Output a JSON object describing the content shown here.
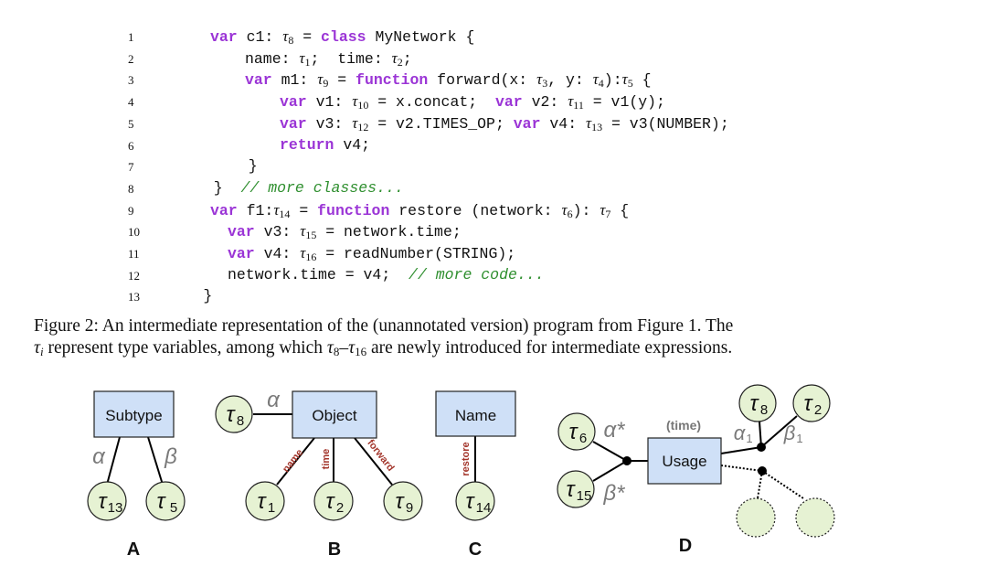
{
  "code": {
    "lines": [
      {
        "num": "1",
        "indent": 0,
        "tokens": [
          {
            "t": "kw",
            "v": "var"
          },
          {
            "t": "tx",
            "v": " c1: "
          },
          {
            "t": "tau",
            "v": "8"
          },
          {
            "t": "tx",
            "v": " = "
          },
          {
            "t": "kw",
            "v": "class"
          },
          {
            "t": "tx",
            "v": " MyNetwork {"
          }
        ]
      },
      {
        "num": "2",
        "indent": 1,
        "tokens": [
          {
            "t": "tx",
            "v": "name: "
          },
          {
            "t": "tau",
            "v": "1"
          },
          {
            "t": "tx",
            "v": ";  time: "
          },
          {
            "t": "tau",
            "v": "2"
          },
          {
            "t": "tx",
            "v": ";"
          }
        ]
      },
      {
        "num": "3",
        "indent": 1,
        "tokens": [
          {
            "t": "kw",
            "v": "var"
          },
          {
            "t": "tx",
            "v": " m1: "
          },
          {
            "t": "tau",
            "v": "9"
          },
          {
            "t": "tx",
            "v": " = "
          },
          {
            "t": "kw",
            "v": "function"
          },
          {
            "t": "tx",
            "v": " forward(x: "
          },
          {
            "t": "tau",
            "v": "3"
          },
          {
            "t": "tx",
            "v": ", y: "
          },
          {
            "t": "tau",
            "v": "4"
          },
          {
            "t": "tx",
            "v": "):"
          },
          {
            "t": "tau",
            "v": "5"
          },
          {
            "t": "tx",
            "v": " {"
          }
        ]
      },
      {
        "num": "4",
        "indent": 2,
        "tokens": [
          {
            "t": "kw",
            "v": "var"
          },
          {
            "t": "tx",
            "v": " v1: "
          },
          {
            "t": "tau",
            "v": "10"
          },
          {
            "t": "tx",
            "v": " = x.concat;  "
          },
          {
            "t": "kw",
            "v": "var"
          },
          {
            "t": "tx",
            "v": " v2: "
          },
          {
            "t": "tau",
            "v": "11"
          },
          {
            "t": "tx",
            "v": " = v1(y);"
          }
        ]
      },
      {
        "num": "5",
        "indent": 2,
        "tokens": [
          {
            "t": "kw",
            "v": "var"
          },
          {
            "t": "tx",
            "v": " v3: "
          },
          {
            "t": "tau",
            "v": "12"
          },
          {
            "t": "tx",
            "v": " = v2.TIMES_OP; "
          },
          {
            "t": "kw",
            "v": "var"
          },
          {
            "t": "tx",
            "v": " v4: "
          },
          {
            "t": "tau",
            "v": "13"
          },
          {
            "t": "tx",
            "v": " = v3(NUMBER);"
          }
        ]
      },
      {
        "num": "6",
        "indent": 2,
        "tokens": [
          {
            "t": "kw",
            "v": "return"
          },
          {
            "t": "tx",
            "v": " v4;"
          }
        ]
      },
      {
        "num": "7",
        "indent": 1.1,
        "tokens": [
          {
            "t": "tx",
            "v": "}"
          }
        ]
      },
      {
        "num": "8",
        "indent": 0.1,
        "tokens": [
          {
            "t": "tx",
            "v": "}  "
          },
          {
            "t": "cm",
            "v": "// more classes..."
          }
        ]
      },
      {
        "num": "9",
        "indent": 0,
        "tokens": [
          {
            "t": "kw",
            "v": "var"
          },
          {
            "t": "tx",
            "v": " f1:"
          },
          {
            "t": "tau",
            "v": "14"
          },
          {
            "t": "tx",
            "v": " = "
          },
          {
            "t": "kw",
            "v": "function"
          },
          {
            "t": "tx",
            "v": " restore (network: "
          },
          {
            "t": "tau",
            "v": "6"
          },
          {
            "t": "tx",
            "v": "): "
          },
          {
            "t": "tau",
            "v": "7"
          },
          {
            "t": "tx",
            "v": " {"
          }
        ]
      },
      {
        "num": "10",
        "indent": 0.5,
        "tokens": [
          {
            "t": "kw",
            "v": "var"
          },
          {
            "t": "tx",
            "v": " v3: "
          },
          {
            "t": "tau",
            "v": "15"
          },
          {
            "t": "tx",
            "v": " = network.time;"
          }
        ]
      },
      {
        "num": "11",
        "indent": 0.5,
        "tokens": [
          {
            "t": "kw",
            "v": "var"
          },
          {
            "t": "tx",
            "v": " v4: "
          },
          {
            "t": "tau",
            "v": "16"
          },
          {
            "t": "tx",
            "v": " = readNumber(STRING);"
          }
        ]
      },
      {
        "num": "12",
        "indent": 0.5,
        "tokens": [
          {
            "t": "tx",
            "v": "network.time = v4;  "
          },
          {
            "t": "cm",
            "v": "// more code..."
          }
        ]
      },
      {
        "num": "13",
        "indent": -0.2,
        "tokens": [
          {
            "t": "tx",
            "v": "}"
          }
        ]
      }
    ]
  },
  "caption": {
    "line1": "Figure 2: An intermediate representation of the (unannotated version) program from Figure 1. The",
    "line2_parts": [
      "τ",
      "i",
      " represent type variables, among which ",
      "τ",
      "8",
      "–",
      "τ",
      "16",
      " are newly introduced for intermediate expressions."
    ]
  },
  "diagrams": {
    "A": {
      "label": "A",
      "box": "Subtype",
      "edge_labels": [
        "α",
        "β"
      ],
      "nodes": [
        {
          "sym": "τ",
          "sub": "13"
        },
        {
          "sym": "τ",
          "sub": "5"
        }
      ]
    },
    "B": {
      "label": "B",
      "box": "Object",
      "alpha_label": "α",
      "alpha_node": {
        "sym": "τ",
        "sub": "8"
      },
      "edge_labels": [
        "name",
        "time",
        "forward"
      ],
      "nodes": [
        {
          "sym": "τ",
          "sub": "1"
        },
        {
          "sym": "τ",
          "sub": "2"
        },
        {
          "sym": "τ",
          "sub": "9"
        }
      ]
    },
    "C": {
      "label": "C",
      "box": "Name",
      "edge_label": "restore",
      "node": {
        "sym": "τ",
        "sub": "14"
      }
    },
    "D": {
      "label": "D",
      "box": "Usage",
      "box_caption": "(time)",
      "left_nodes": [
        {
          "sym": "τ",
          "sub": "6"
        },
        {
          "sym": "τ",
          "sub": "15"
        }
      ],
      "left_labels": [
        "α*",
        "β*"
      ],
      "right_nodes": [
        {
          "sym": "τ",
          "sub": "8"
        },
        {
          "sym": "τ",
          "sub": "2"
        }
      ],
      "right_labels": [
        {
          "sym": "α",
          "sub": "1"
        },
        {
          "sym": "β",
          "sub": "1"
        }
      ]
    }
  },
  "colors": {
    "keyword": "#9b35d6",
    "comment": "#2f8f2f",
    "box_fill": "#cfe0f7",
    "node_fill": "#e6f2d3",
    "edge_label_red": "#a3352b",
    "greek_gray": "#7a7a7a"
  }
}
